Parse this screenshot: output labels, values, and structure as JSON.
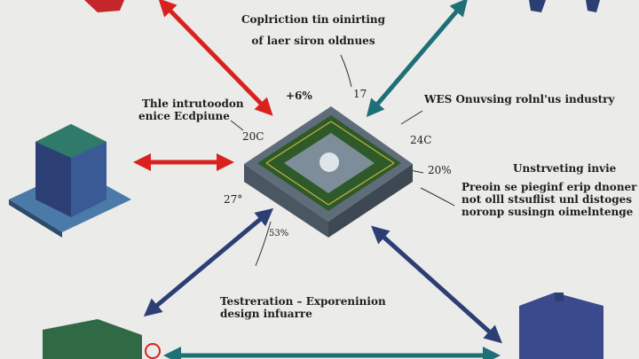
{
  "top_caption": {
    "line1": "Coplriction tin oinirting",
    "line2": "of laer siron oldnues"
  },
  "labels": {
    "plus6": "+6%",
    "n17": "17",
    "wes": "WES Onuvsing rolnl'us industry",
    "left_title_1": "Thle intrutoodon",
    "left_title_2": "enice Ecdpiune",
    "t20c": "20C",
    "t24c": "24C",
    "p20": "20%",
    "deg27": "27°",
    "p53": "53%"
  },
  "right_block": {
    "title": "Unstrveting invie",
    "lines": [
      "Preoin se pieginf erip dnoner",
      "not olll stsuflist unl distoges",
      "noronp susingn oimelntenge"
    ]
  },
  "bottom_caption": {
    "line1": "Testreration – Exporeninion",
    "line2": "design infuarre"
  },
  "colors": {
    "red": "#d9221e",
    "teal": "#1f6f77",
    "navy": "#2c3f75",
    "chip": "#5c6b78",
    "pcb": "#2e5a2a"
  }
}
